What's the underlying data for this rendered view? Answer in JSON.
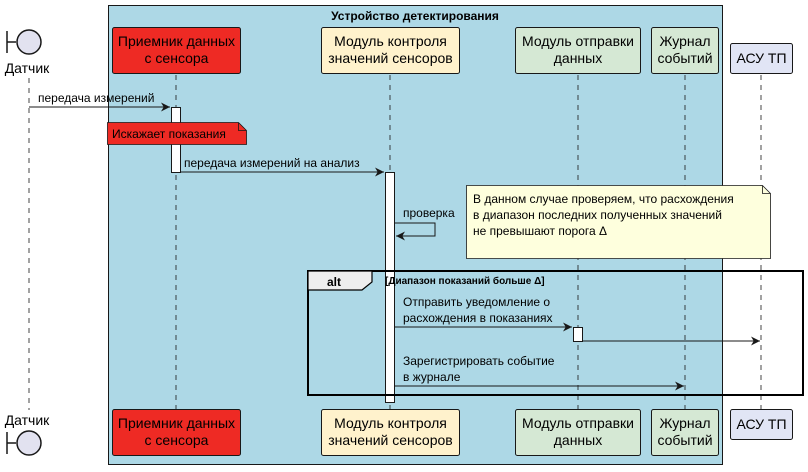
{
  "boundary": {
    "title": "Устройство детектирования",
    "fill": "#ADD8E6"
  },
  "actor": {
    "label": "Датчик"
  },
  "participants": {
    "receiver": {
      "line1": "Приемник данных",
      "line2": "с сенсора",
      "fill": "#EE2A24"
    },
    "control": {
      "line1": "Модуль контроля",
      "line2": "значений сенсоров",
      "fill": "#FFF2CC"
    },
    "sender": {
      "line1": "Модуль отправки",
      "line2": "данных",
      "fill": "#D5E8D4"
    },
    "journal": {
      "line1": "Журнал",
      "line2": "событий",
      "fill": "#D5E8D4"
    },
    "asu": {
      "line1": "АСУ ТП",
      "fill": "#E1E5F5"
    }
  },
  "messages": {
    "m1": "передача измерений",
    "m2": "передача измерений на анализ",
    "m3": "проверка",
    "m4_line1": "Отправить уведомление о",
    "m4_line2": "расхождения в показаниях",
    "m5_line1": "Зарегистрировать событие",
    "m5_line2": "в журнале"
  },
  "notes": {
    "distort": "Искажает показания",
    "check_line1": "В данном случае проверяем, что расхождения",
    "check_line2": "в диапазон последних полученных значений",
    "check_line3": "не превышают порога Δ"
  },
  "alt": {
    "keyword": "alt",
    "condition": "[Диапазон показаний больше Δ]"
  }
}
